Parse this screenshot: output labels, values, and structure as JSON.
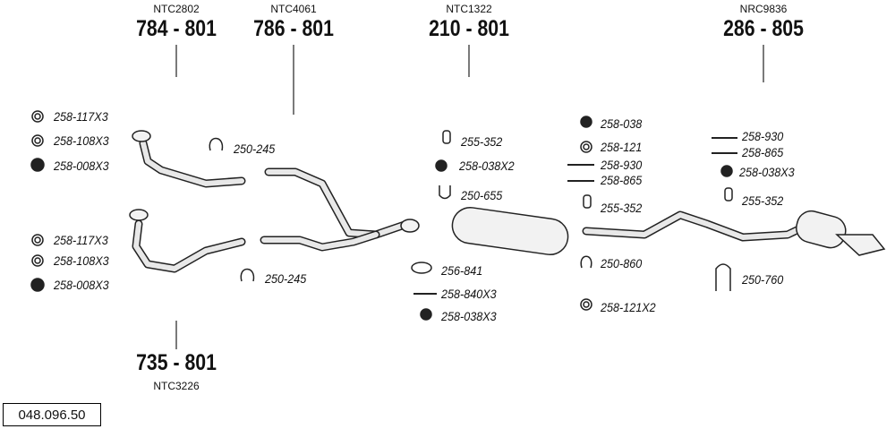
{
  "groups": [
    {
      "code": "NTC2802",
      "part": "784 - 801"
    },
    {
      "code": "NTC4061",
      "part": "786 - 801"
    },
    {
      "code": "NTC1322",
      "part": "210 - 801"
    },
    {
      "code": "NRC9836",
      "part": "286 - 805"
    },
    {
      "code": "NTC3226",
      "part": "735 - 801"
    }
  ],
  "labels": {
    "lt1": "258-117X3",
    "lt2": "258-108X3",
    "lt3": "258-008X3",
    "lb1": "258-117X3",
    "lb2": "258-108X3",
    "lb3": "258-008X3",
    "c1": "250-245",
    "c2": "250-245",
    "m1": "255-352",
    "m2": "258-038X2",
    "m3": "250-655",
    "m4": "256-841",
    "m5": "258-840X3",
    "m6": "258-038X3",
    "r1": "258-038",
    "r2": "258-121",
    "r3": "258-930",
    "r4": "258-865",
    "r5": "255-352",
    "r6": "250-860",
    "r7": "258-121X2",
    "f1": "258-930",
    "f2": "258-865",
    "f3": "258-038X3",
    "f4": "255-352",
    "f5": "250-760"
  },
  "diagram_ref": "048.096.50"
}
